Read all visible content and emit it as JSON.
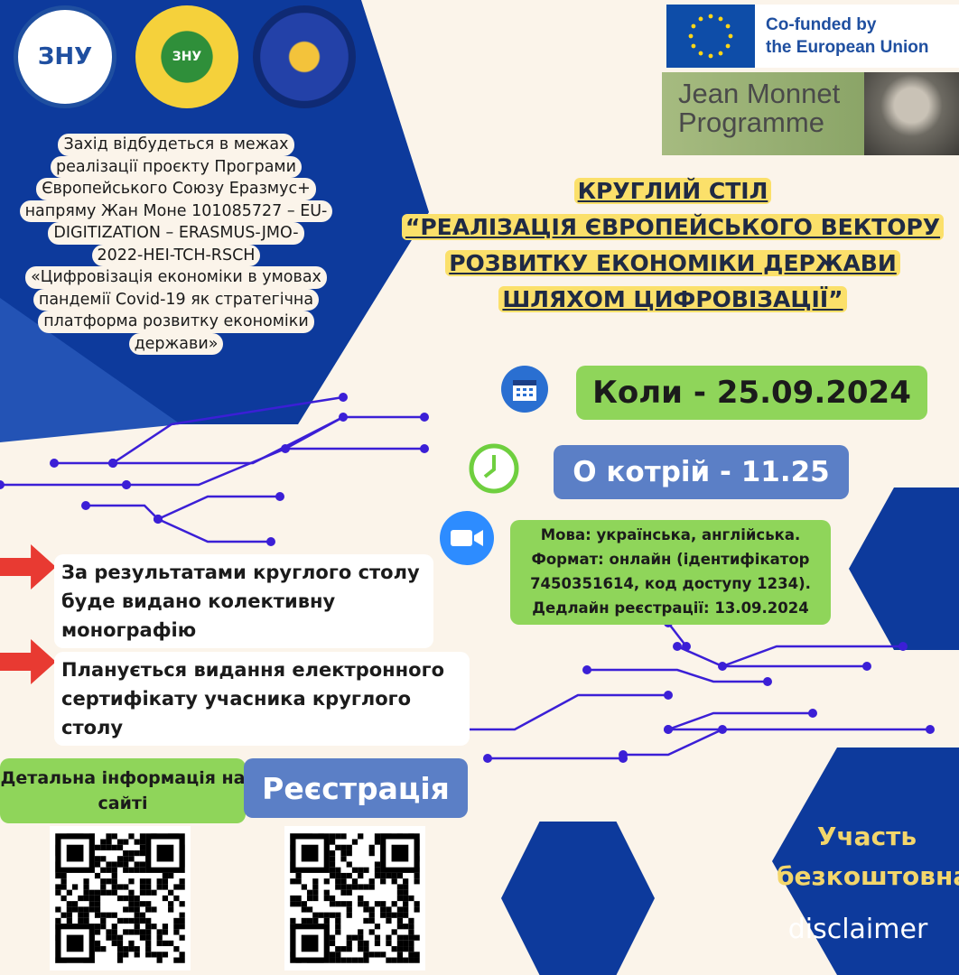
{
  "logos": [
    {
      "name": "znu-logo",
      "text": "ЗНУ"
    },
    {
      "name": "economics-faculty-logo",
      "text": "ЗНУ"
    },
    {
      "name": "project-logo",
      "text": ""
    }
  ],
  "eu": {
    "line1": "Co-funded by",
    "line2": "the European Union"
  },
  "jean_monnet": {
    "line1": "Jean Monnet",
    "line2": "Programme"
  },
  "intro": [
    "Захід відбудеться в межах",
    "реалізації проєкту Програми",
    "Європейського Союзу Еразмус+",
    "напряму Жан Моне 101085727 – EU-",
    "DIGITIZATION – ERASMUS-JMO-",
    "2022-HEI-TCH-RSCH",
    "«Цифровізація економіки в умовах",
    "пандемії Covid-19 як стратегічна",
    "платформа розвитку економіки",
    "держави»"
  ],
  "title": [
    "КРУГЛИЙ СТІЛ",
    "“РЕАЛІЗАЦІЯ ЄВРОПЕЙСЬКОГО ВЕКТОРУ",
    "РОЗВИТКУ ЕКОНОМІКИ ДЕРЖАВИ",
    "ШЛЯХОМ ЦИФРОВІЗАЦІЇ”"
  ],
  "when": "Коли - 25.09.2024",
  "time": "О котрій - 11.25",
  "info": [
    "Мова: українська, англійська.",
    "Формат: онлайн (ідентифікатор",
    "7450351614, код доступу 1234).",
    "Дедлайн реєстрації: 13.09.2024"
  ],
  "results": [
    "За результатами круглого столу буде видано колективну монографію",
    "Планується видання електронного сертифікату учасника круглого столу"
  ],
  "site_label": "Детальна інформація на сайті",
  "register_label": "Реєстрація",
  "free": [
    "Участь",
    "безкоштовна"
  ],
  "disclaimer": "disclaimer",
  "colors": {
    "navy": "#0d3a9c",
    "green": "#8fd55a",
    "blue_pill": "#5b7fc6",
    "yellow": "#fbe06a",
    "red_arrow": "#e83a32"
  },
  "icons": [
    "calendar-icon",
    "clock-icon",
    "video-camera-icon",
    "arrow-right-icon"
  ]
}
